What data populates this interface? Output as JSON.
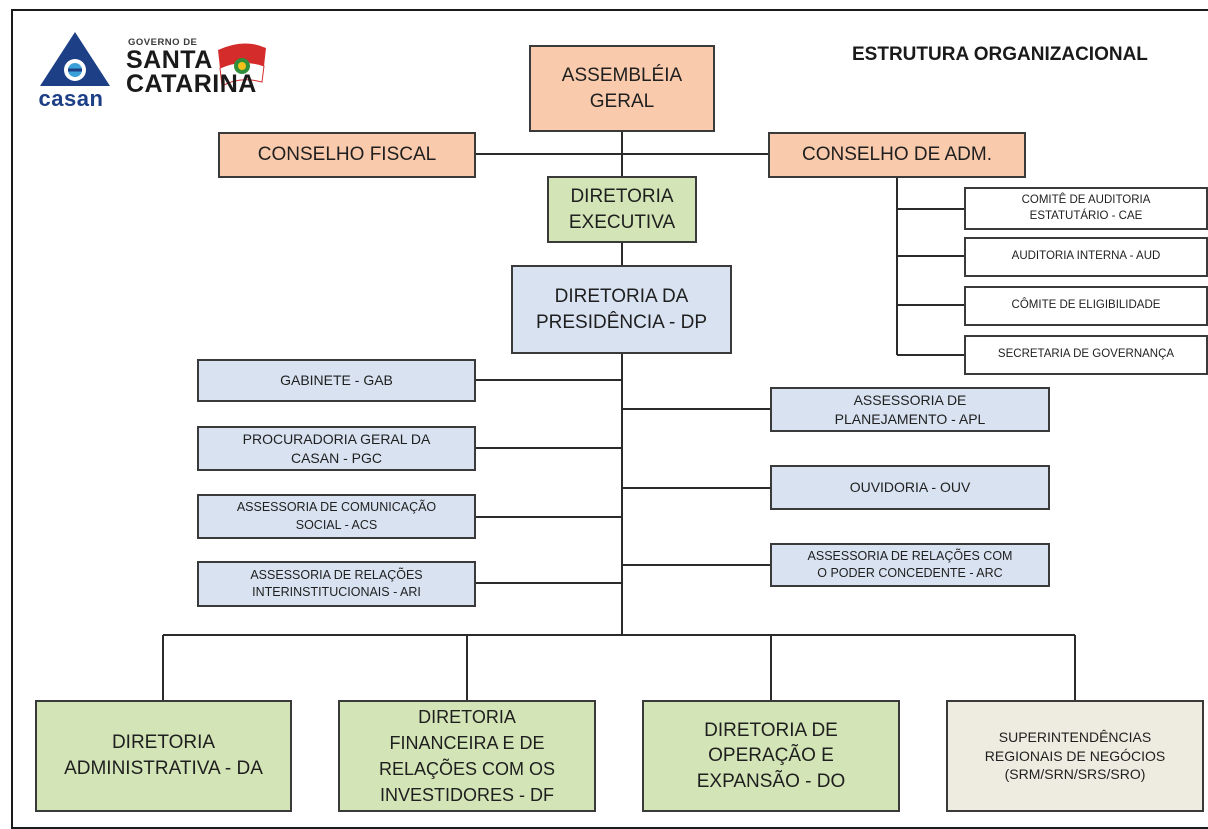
{
  "header": {
    "title": "ESTRUTURA ORGANIZACIONAL",
    "casan_logo_text": "casan",
    "gov_small": "GOVERNO DE",
    "gov_santa": "SANTA",
    "gov_catarina": "CATARINA"
  },
  "nodes": {
    "assembleia": "ASSEMBLÉIA\nGERAL",
    "conselho_fiscal": "CONSELHO FISCAL",
    "conselho_adm": "CONSELHO DE ADM.",
    "diretoria_executiva": "DIRETORIA\nEXECUTIVA",
    "diretoria_presidencia": "DIRETORIA DA\nPRESIDÊNCIA - DP",
    "comite_auditoria": "COMITÊ DE AUDITORIA\nESTATUTÁRIO - CAE",
    "auditoria_interna": "AUDITORIA INTERNA - AUD",
    "comite_elegibilidade": "CÔMITE DE ELIGIBILIDADE",
    "secretaria_governanca": "SECRETARIA DE GOVERNANÇA",
    "gabinete": "GABINETE - GAB",
    "procuradoria": "PROCURADORIA GERAL DA\nCASAN - PGC",
    "assessoria_comunicacao": "ASSESSORIA DE COMUNICAÇÃO\nSOCIAL - ACS",
    "assessoria_relacoes_inst": "ASSESSORIA DE RELAÇÕES\nINTERINSTITUCIONAIS - ARI",
    "assessoria_planejamento": "ASSESSORIA DE\nPLANEJAMENTO - APL",
    "ouvidoria": "OUVIDORIA - OUV",
    "assessoria_poder_concedente": "ASSESSORIA DE RELAÇÕES COM\nO PODER CONCEDENTE - ARC",
    "diretoria_administrativa": "DIRETORIA\nADMINISTRATIVA - DA",
    "diretoria_financeira": "DIRETORIA\nFINANCEIRA E DE\nRELAÇÕES COM OS\nINVESTIDORES - DF",
    "diretoria_operacao": "DIRETORIA DE\nOPERAÇÃO E\nEXPANSÃO - DO",
    "superintendencias": "SUPERINTENDÊNCIAS\nREGIONAIS DE NEGÓCIOS\n(SRM/SRN/SRS/SRO)"
  },
  "colors": {
    "orange": "#f9cbac",
    "green": "#d3e4b6",
    "blue": "#d8e2f0",
    "beige": "#eeece1",
    "casan_blue": "#1d3f86",
    "casan_cyan": "#3aa0d8"
  }
}
